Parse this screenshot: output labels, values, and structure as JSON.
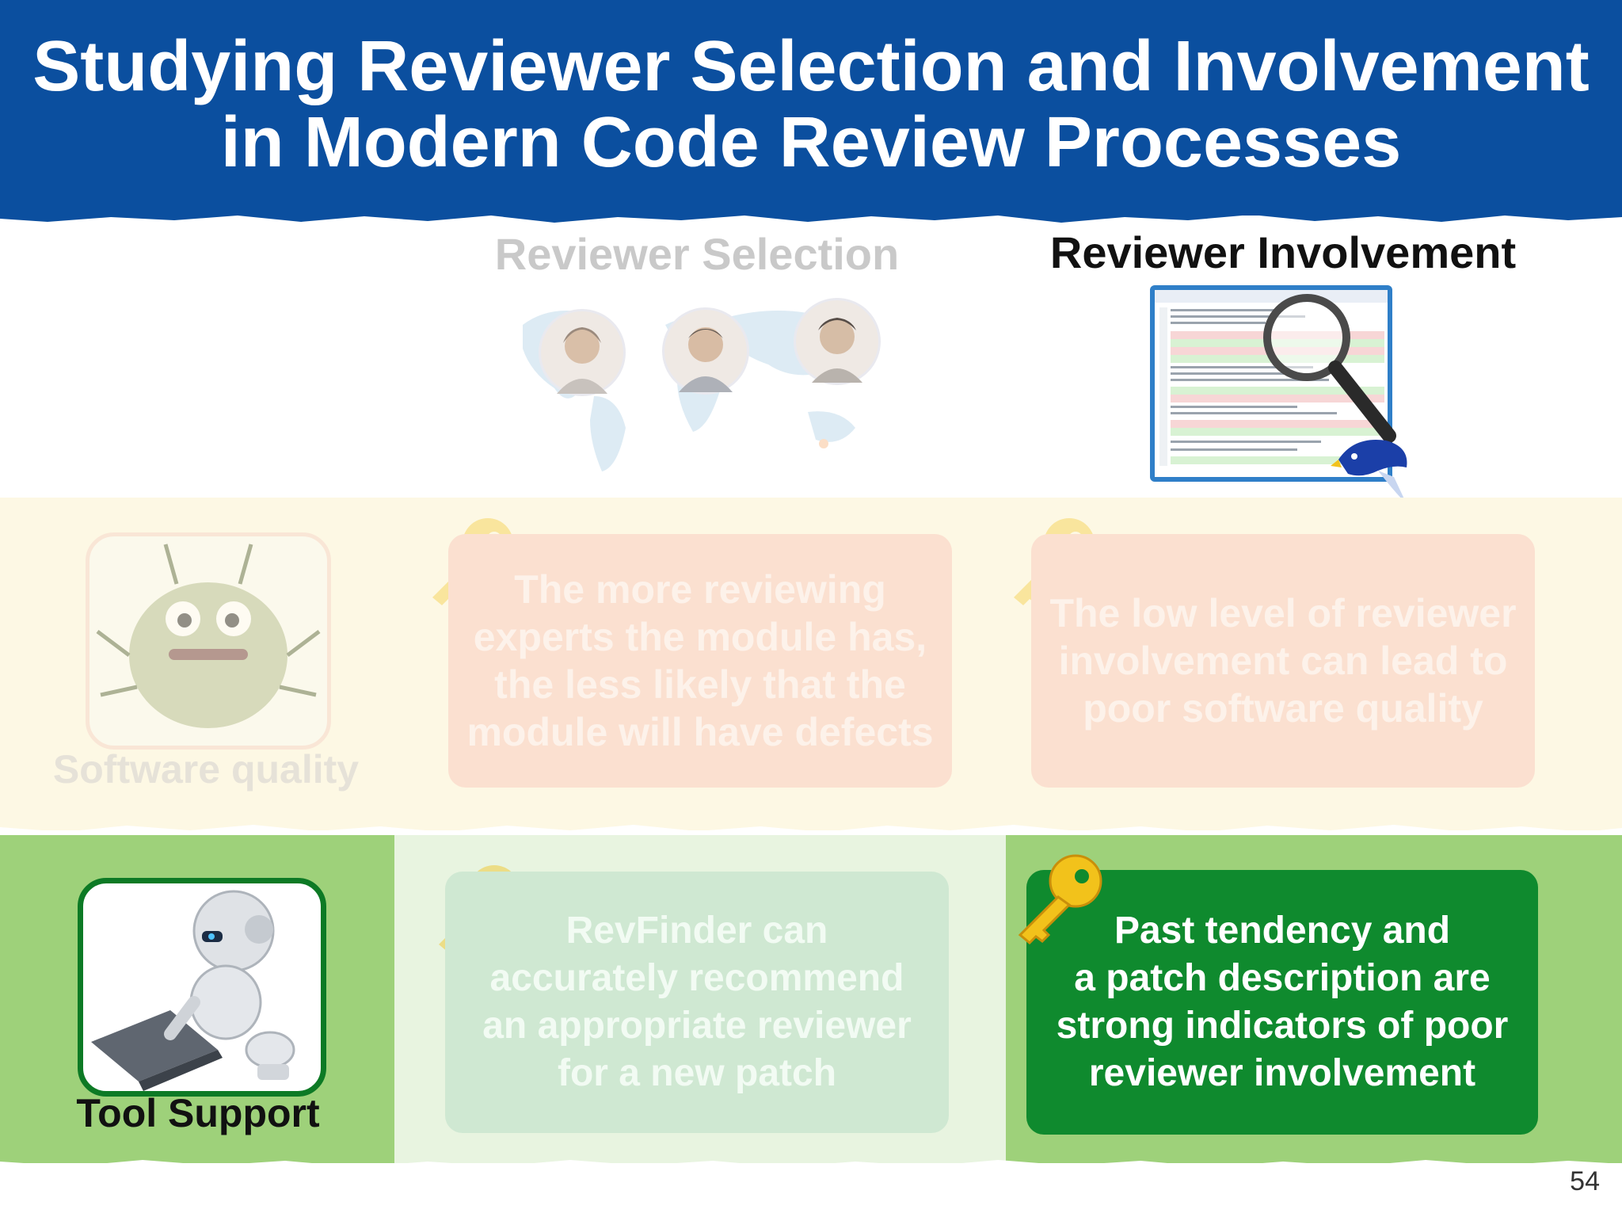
{
  "slide": {
    "title": "Studying Reviewer Selection and Involvement\nin Modern Code Review Processes",
    "page_number": "54"
  },
  "columns": {
    "selection_heading": "Reviewer Selection",
    "involvement_heading": "Reviewer Involvement"
  },
  "rows": {
    "software_quality": {
      "label": "Software quality",
      "selection_finding": "The more reviewing\nexperts the module has,\nthe less likely that the\nmodule will have defects",
      "involvement_finding": "The low level of reviewer\ninvolvement can lead to\npoor software quality"
    },
    "tool_support": {
      "label": "Tool Support",
      "selection_finding": "RevFinder can\naccurately recommend\nan appropriate reviewer\nfor a new patch",
      "involvement_finding": "Past tendency and\na patch description are\nstrong indicators of poor\nreviewer involvement"
    }
  },
  "colors": {
    "header_blue": "#0b4f9f",
    "tool_row_green": "#9ed17a",
    "highlight_card_green": "#0f8a2e",
    "faded_card_orange": "#fbe0d0",
    "key_gold": "#f2c21b"
  },
  "icons": [
    "key-icon",
    "bug-icon",
    "robot-icon",
    "world-map-icon",
    "magnifier-icon",
    "bird-icon",
    "code-diff-screenshot"
  ]
}
